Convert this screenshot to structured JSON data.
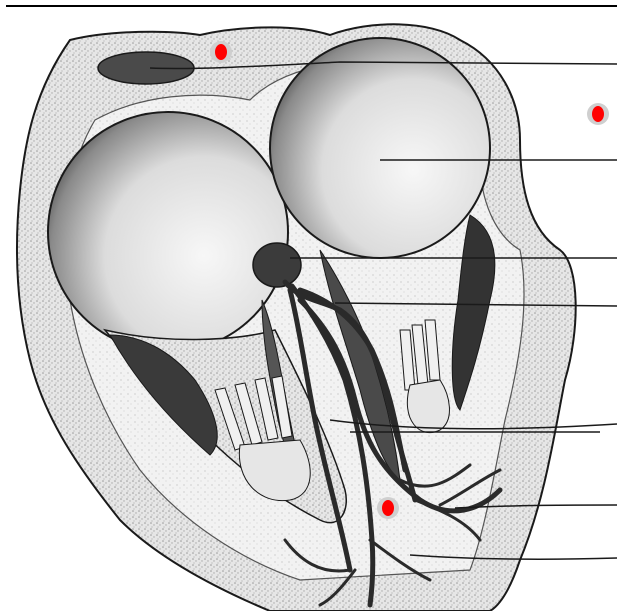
{
  "figure": {
    "subject": "heart-conduction-system-cross-section",
    "label_lines": 8,
    "labels": []
  },
  "colors": {
    "background": "#ffffff",
    "outline": "#1a1a1a",
    "texture": "#d6d6d6",
    "valve_shadow": "#2e2e2e",
    "node_fill": "#3b3b3b",
    "marker_fill": "#ff0000",
    "marker_halo": "#cfcfcf"
  },
  "markers": [
    {
      "id": "marker-top-left",
      "icon": "red-dot-icon"
    },
    {
      "id": "marker-top-right",
      "icon": "red-dot-icon"
    },
    {
      "id": "marker-bottom-center",
      "icon": "red-dot-icon"
    }
  ]
}
